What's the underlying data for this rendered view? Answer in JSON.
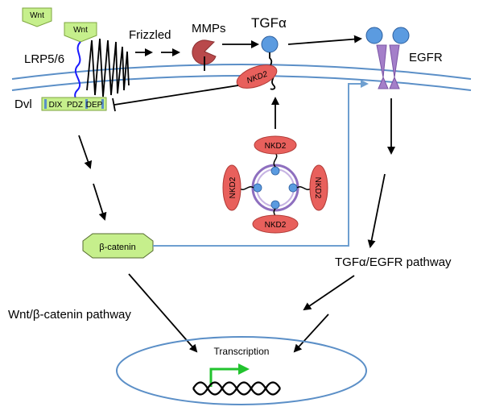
{
  "labels": {
    "wnt_free": "Wnt",
    "wnt_bound": "Wnt",
    "lrp": "LRP5/6",
    "frizzled": "Frizzled",
    "mmps": "MMPs",
    "tgfa": "TGFα",
    "egfr": "EGFR",
    "dvl": "Dvl",
    "dix": "DIX",
    "pdz": "PDZ",
    "dep": "DEP",
    "nkd2_membrane": "NKD2",
    "nkd2_top": "NKD2",
    "nkd2_left": "NKD2",
    "nkd2_right": "NKD2",
    "nkd2_bottom": "NKD2",
    "beta_catenin": "β-catenin",
    "tgfa_egfr_pathway": "TGFα/EGFR pathway",
    "wnt_pathway": "Wnt/β-catenin pathway",
    "transcription": "Transcription"
  },
  "colors": {
    "membrane": "#5b8fc7",
    "green_fill": "#c6ef8c",
    "green_stroke": "#7fa640",
    "nkd2_fill": "#e8605c",
    "nkd2_stroke": "#b03a36",
    "receptor_purple": "#a47fc9",
    "ligand_blue": "#5b9be0",
    "mmp_red": "#b9494b",
    "arrow_green": "#22c32e",
    "pathway_blue": "#6e9fd0"
  }
}
